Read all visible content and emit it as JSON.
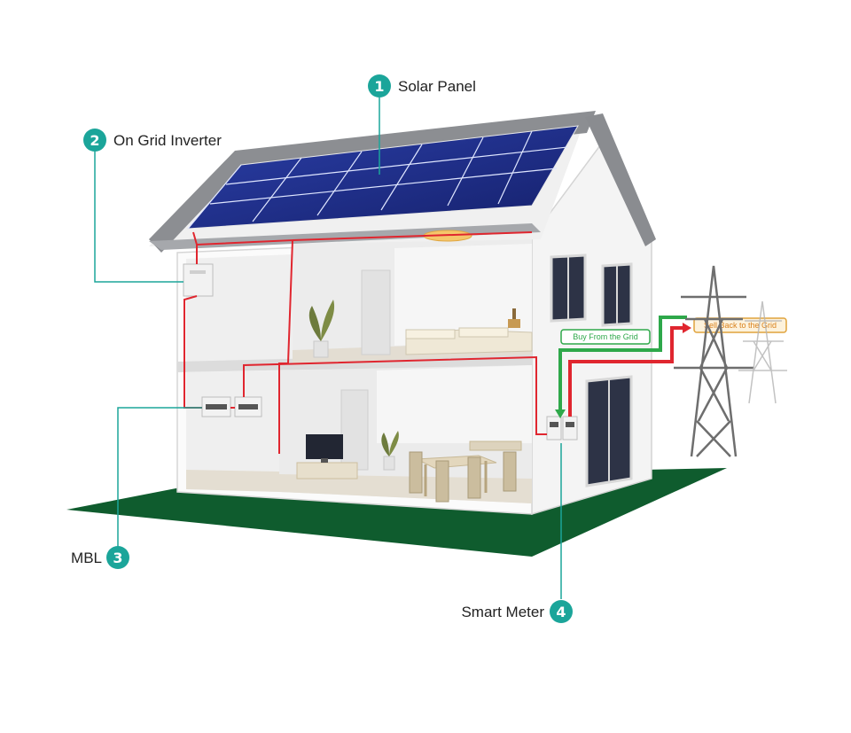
{
  "components": [
    {
      "number": "1",
      "label": "Solar Panel"
    },
    {
      "number": "2",
      "label": "On Grid Inverter"
    },
    {
      "number": "3",
      "label": "MBL"
    },
    {
      "number": "4",
      "label": "Smart Meter"
    }
  ],
  "grid_flow": {
    "buy_label": "Buy From the Grid",
    "sell_label": "Sell Back to the Grid"
  },
  "colors": {
    "accent": "#1ba59a",
    "ground": "#0f5c2e",
    "wire": "#e0262f",
    "buy_arrow": "#2ea84a",
    "sell_arrow": "#e0262f",
    "panel": "#1e2f8c",
    "roof": "#9a9ca0"
  },
  "icons": [
    "house-illustration",
    "solar-panel-array",
    "transmission-tower-icon",
    "tv-icon",
    "plant-icon",
    "lamp-icon"
  ]
}
